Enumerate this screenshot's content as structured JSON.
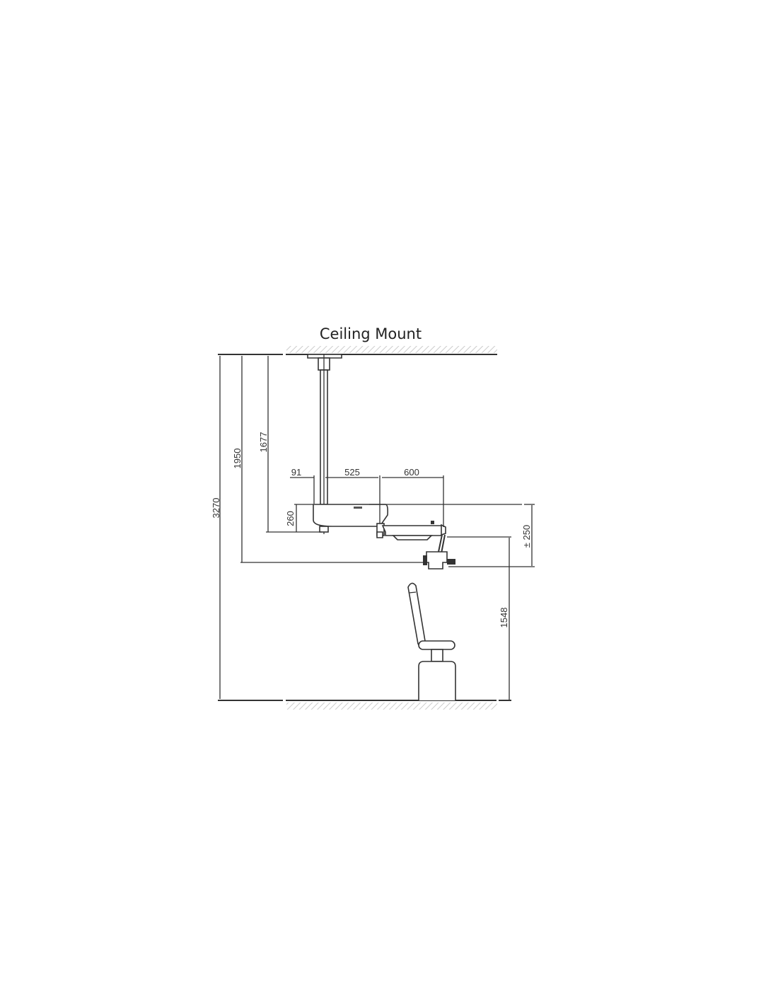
{
  "title": "Ceiling Mount",
  "dimensions": {
    "total_height": "3270",
    "ceiling_to_microscope": "1950",
    "ceiling_to_arm": "1677",
    "arm_height": "260",
    "offset_91": "91",
    "arm_length_525": "525",
    "arm_length_600": "600",
    "vertical_range": "± 250",
    "floor_to_reference": "1548"
  },
  "colors": {
    "line": "#333333",
    "hatch": "#cccccc"
  }
}
